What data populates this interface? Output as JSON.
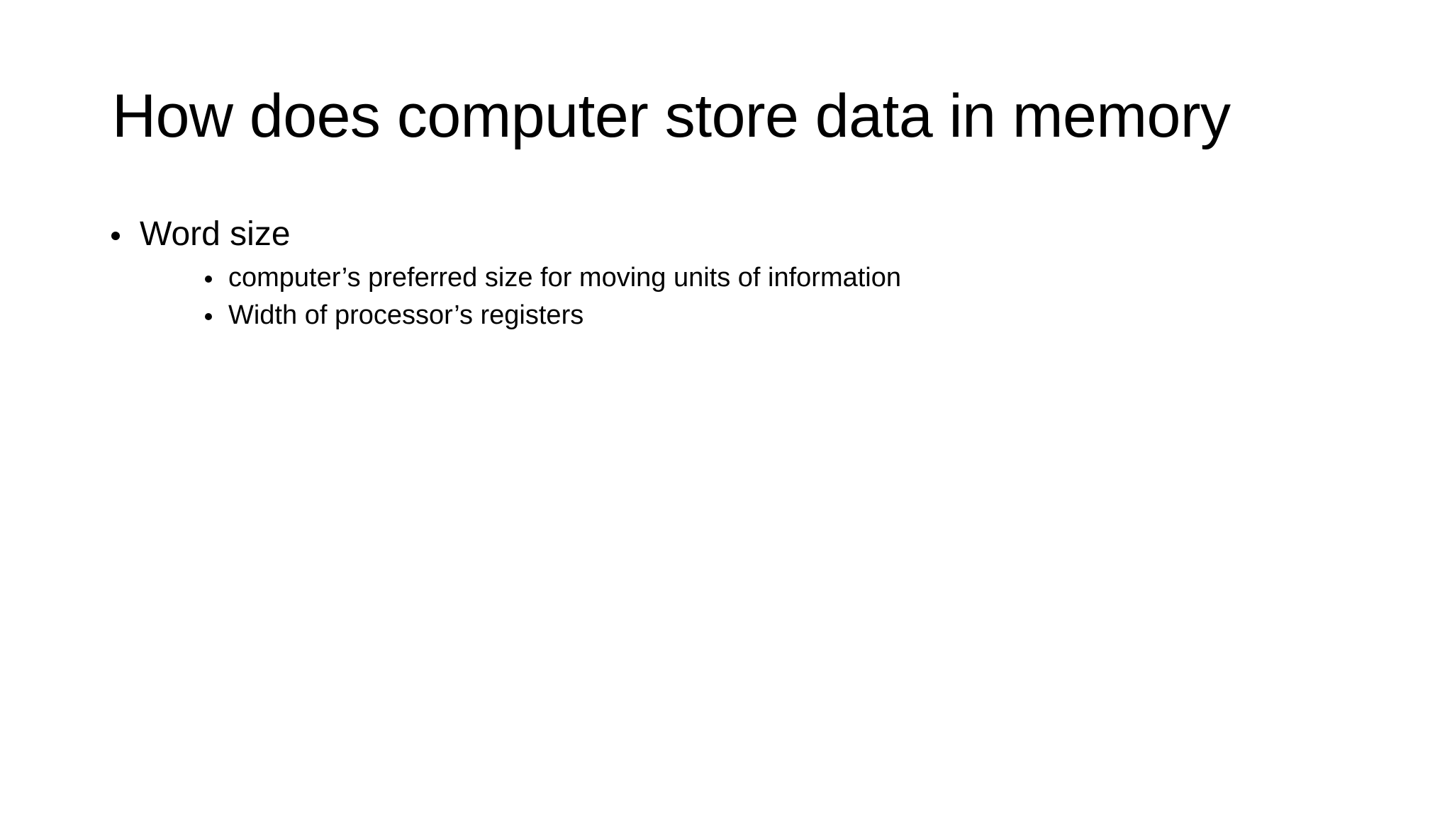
{
  "slide": {
    "background_color": "#ffffff",
    "text_color": "#000000",
    "title": "How does computer store data in memory",
    "bullets": [
      {
        "level": 1,
        "text": "Word size",
        "children": [
          {
            "level": 2,
            "text": "computer’s preferred size for moving units of information"
          },
          {
            "level": 2,
            "text": "Width of processor’s registers"
          }
        ]
      }
    ]
  }
}
